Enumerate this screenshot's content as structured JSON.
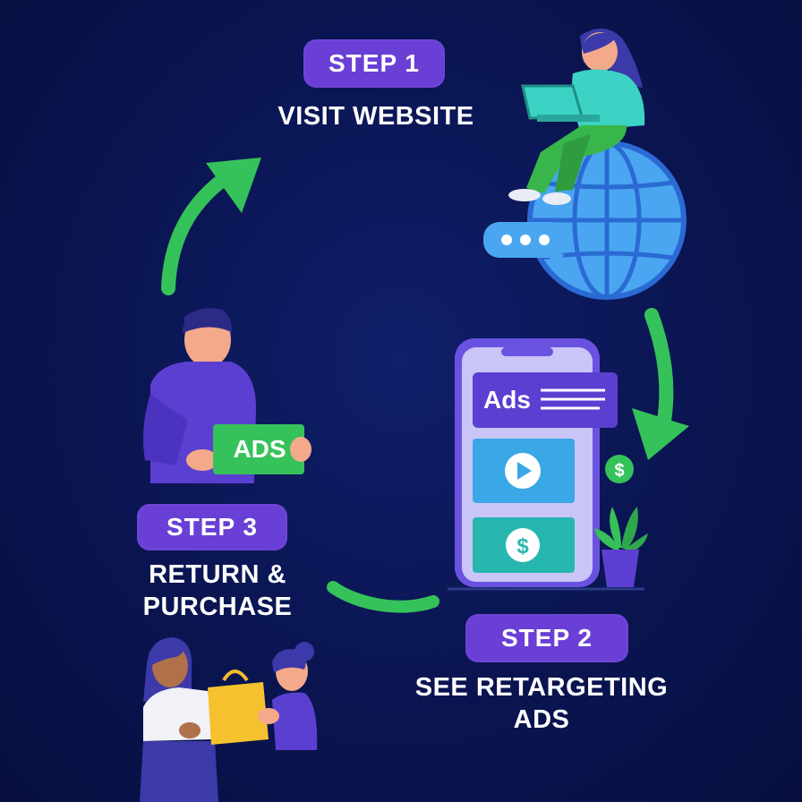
{
  "steps": [
    {
      "badge": "STEP 1",
      "caption": "VISIT WEBSITE"
    },
    {
      "badge": "STEP 2",
      "caption_line1": "SEE RETARGETING",
      "caption_line2": "ADS"
    },
    {
      "badge": "STEP 3",
      "caption_line1": "RETURN &",
      "caption_line2": "PURCHASE"
    }
  ],
  "phone": {
    "ad_label": "Ads"
  },
  "sign": {
    "label": "ADS"
  },
  "icons": {
    "globe": "globe-icon",
    "chat": "chat-bubble-icon",
    "play": "play-icon",
    "dollar": "dollar-icon"
  },
  "colors": {
    "background": "#0a1450",
    "badge": "#6a3fd6",
    "arrow": "#36c25a",
    "globe": "#4aa6f0",
    "phone": "#6a52e0"
  }
}
